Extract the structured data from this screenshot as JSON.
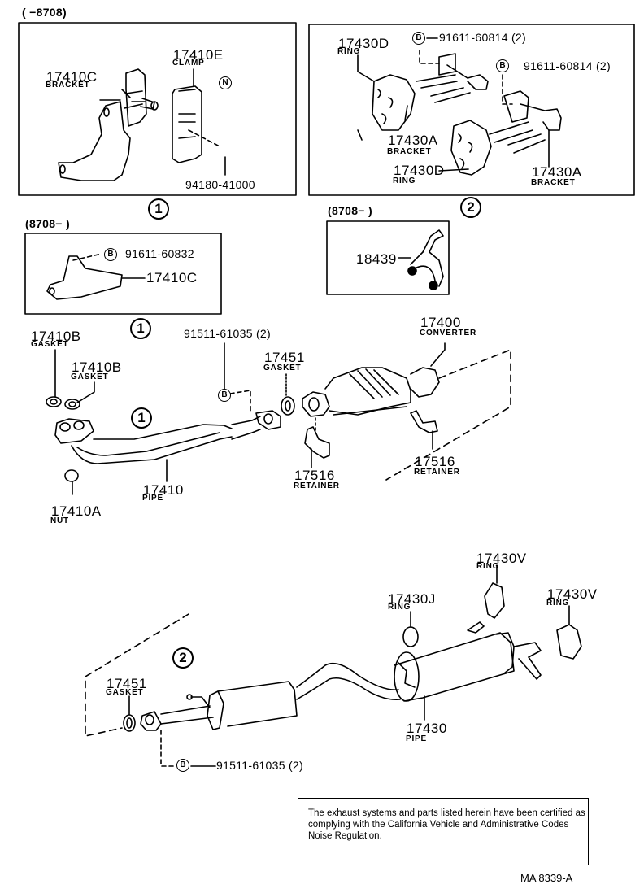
{
  "diagram": {
    "title_code": "MA 8339-A",
    "note": "The exhaust systems and parts listed herein have been certified as complying with the California Vehicle and Administrative Codes Noise Regulation.",
    "date_ranges": {
      "upto_8708": "(      −8708)",
      "from_8708_left": "(8708−       )",
      "from_8708_right": "(8708−       )"
    },
    "reference_markers": {
      "one": "1",
      "two": "2"
    },
    "bolt_symbol": "B",
    "nut_symbol": "N",
    "parts": [
      {
        "id": "p1",
        "number": "17410C",
        "name": "BRACKET"
      },
      {
        "id": "p2",
        "number": "17410E",
        "name": "CLAMP"
      },
      {
        "id": "p3",
        "number": "94180-41000",
        "name": ""
      },
      {
        "id": "p4",
        "number": "17430D",
        "name": "RING"
      },
      {
        "id": "p5",
        "number": "91611-60814 (2)",
        "name": ""
      },
      {
        "id": "p6",
        "number": "91611-60814 (2)",
        "name": ""
      },
      {
        "id": "p7",
        "number": "17430A",
        "name": "BRACKET"
      },
      {
        "id": "p8",
        "number": "17430D",
        "name": "RING"
      },
      {
        "id": "p9",
        "number": "17430A",
        "name": "BRACKET"
      },
      {
        "id": "p10",
        "number": "91611-60832",
        "name": ""
      },
      {
        "id": "p11",
        "number": "17410C",
        "name": ""
      },
      {
        "id": "p12",
        "number": "18439",
        "name": ""
      },
      {
        "id": "p13",
        "number": "17410B",
        "name": "GASKET"
      },
      {
        "id": "p14",
        "number": "17410B",
        "name": "GASKET"
      },
      {
        "id": "p15",
        "number": "91511-61035 (2)",
        "name": ""
      },
      {
        "id": "p16",
        "number": "17451",
        "name": "GASKET"
      },
      {
        "id": "p17",
        "number": "17400",
        "name": "CONVERTER"
      },
      {
        "id": "p18",
        "number": "17516",
        "name": "RETAINER"
      },
      {
        "id": "p19",
        "number": "17516",
        "name": "RETAINER"
      },
      {
        "id": "p20",
        "number": "17410",
        "name": "PIPE"
      },
      {
        "id": "p21",
        "number": "17410A",
        "name": "NUT"
      },
      {
        "id": "p22",
        "number": "17430V",
        "name": "RING"
      },
      {
        "id": "p23",
        "number": "17430J",
        "name": "RING"
      },
      {
        "id": "p24",
        "number": "17430V",
        "name": "RING"
      },
      {
        "id": "p25",
        "number": "17451",
        "name": "GASKET"
      },
      {
        "id": "p26",
        "number": "17430",
        "name": "PIPE"
      },
      {
        "id": "p27",
        "number": "91511-61035 (2)",
        "name": ""
      }
    ]
  }
}
